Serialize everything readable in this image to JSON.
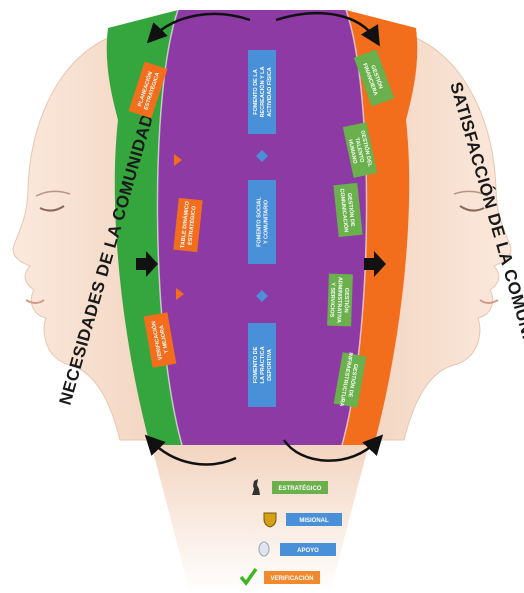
{
  "left_title": "NECESIDADES DE LA COMUNIDAD",
  "right_title": "SATISFACCIÓN DE LA COMUNIDAD",
  "left_boxes": [
    {
      "lines": [
        "PLANEACIÓN",
        "ESTRATÉGICA"
      ]
    },
    {
      "lines": [
        "TABLE DINÁMICO",
        "ESTRATÉGICO"
      ]
    },
    {
      "lines": [
        "VERIFICACIÓN",
        "Y MEJORA"
      ]
    }
  ],
  "center_boxes": [
    {
      "lines": [
        "FOMENTO DE LA",
        "RECREACIÓN Y LA",
        "ACTIVIDAD FÍSICA"
      ]
    },
    {
      "lines": [
        "FOMENTO SOCIAL",
        "Y COMUNITARIO"
      ]
    },
    {
      "lines": [
        "FOMENTO DE",
        "LA PRÁCTICA",
        "DEPORTIVA"
      ]
    }
  ],
  "right_boxes": [
    {
      "lines": [
        "GESTIÓN",
        "FINANCIERA"
      ]
    },
    {
      "lines": [
        "GESTIÓN DEL",
        "TALENTO",
        "HUMANO"
      ]
    },
    {
      "lines": [
        "GESTIÓN DE",
        "COMUNICACIÓN"
      ]
    },
    {
      "lines": [
        "GESTIÓN",
        "ADMINISTRATIVA",
        "Y SERVICIOS"
      ]
    },
    {
      "lines": [
        "GESTIÓN DE",
        "INFRAESTRUCTURA"
      ]
    }
  ],
  "legend": [
    {
      "label": "ESTRATÉGICO",
      "color": "#6ab04c",
      "icon": "chess-knight-icon"
    },
    {
      "label": "MISIONAL",
      "color": "#4a90d9",
      "icon": "shield-icon"
    },
    {
      "label": "APOYO",
      "color": "#4a90d9",
      "icon": "hand-icon"
    },
    {
      "label": "VERIFICACIÓN",
      "color": "#f08a2c",
      "icon": "checkmark-icon"
    }
  ],
  "colors": {
    "purple": "#8e3aa5",
    "green": "#35a53d",
    "orange": "#f26e1d",
    "blue_box": "#4a90d9",
    "orange_box": "#f26e1d",
    "green_box": "#6ab04c",
    "face": "#f6dcc8"
  }
}
